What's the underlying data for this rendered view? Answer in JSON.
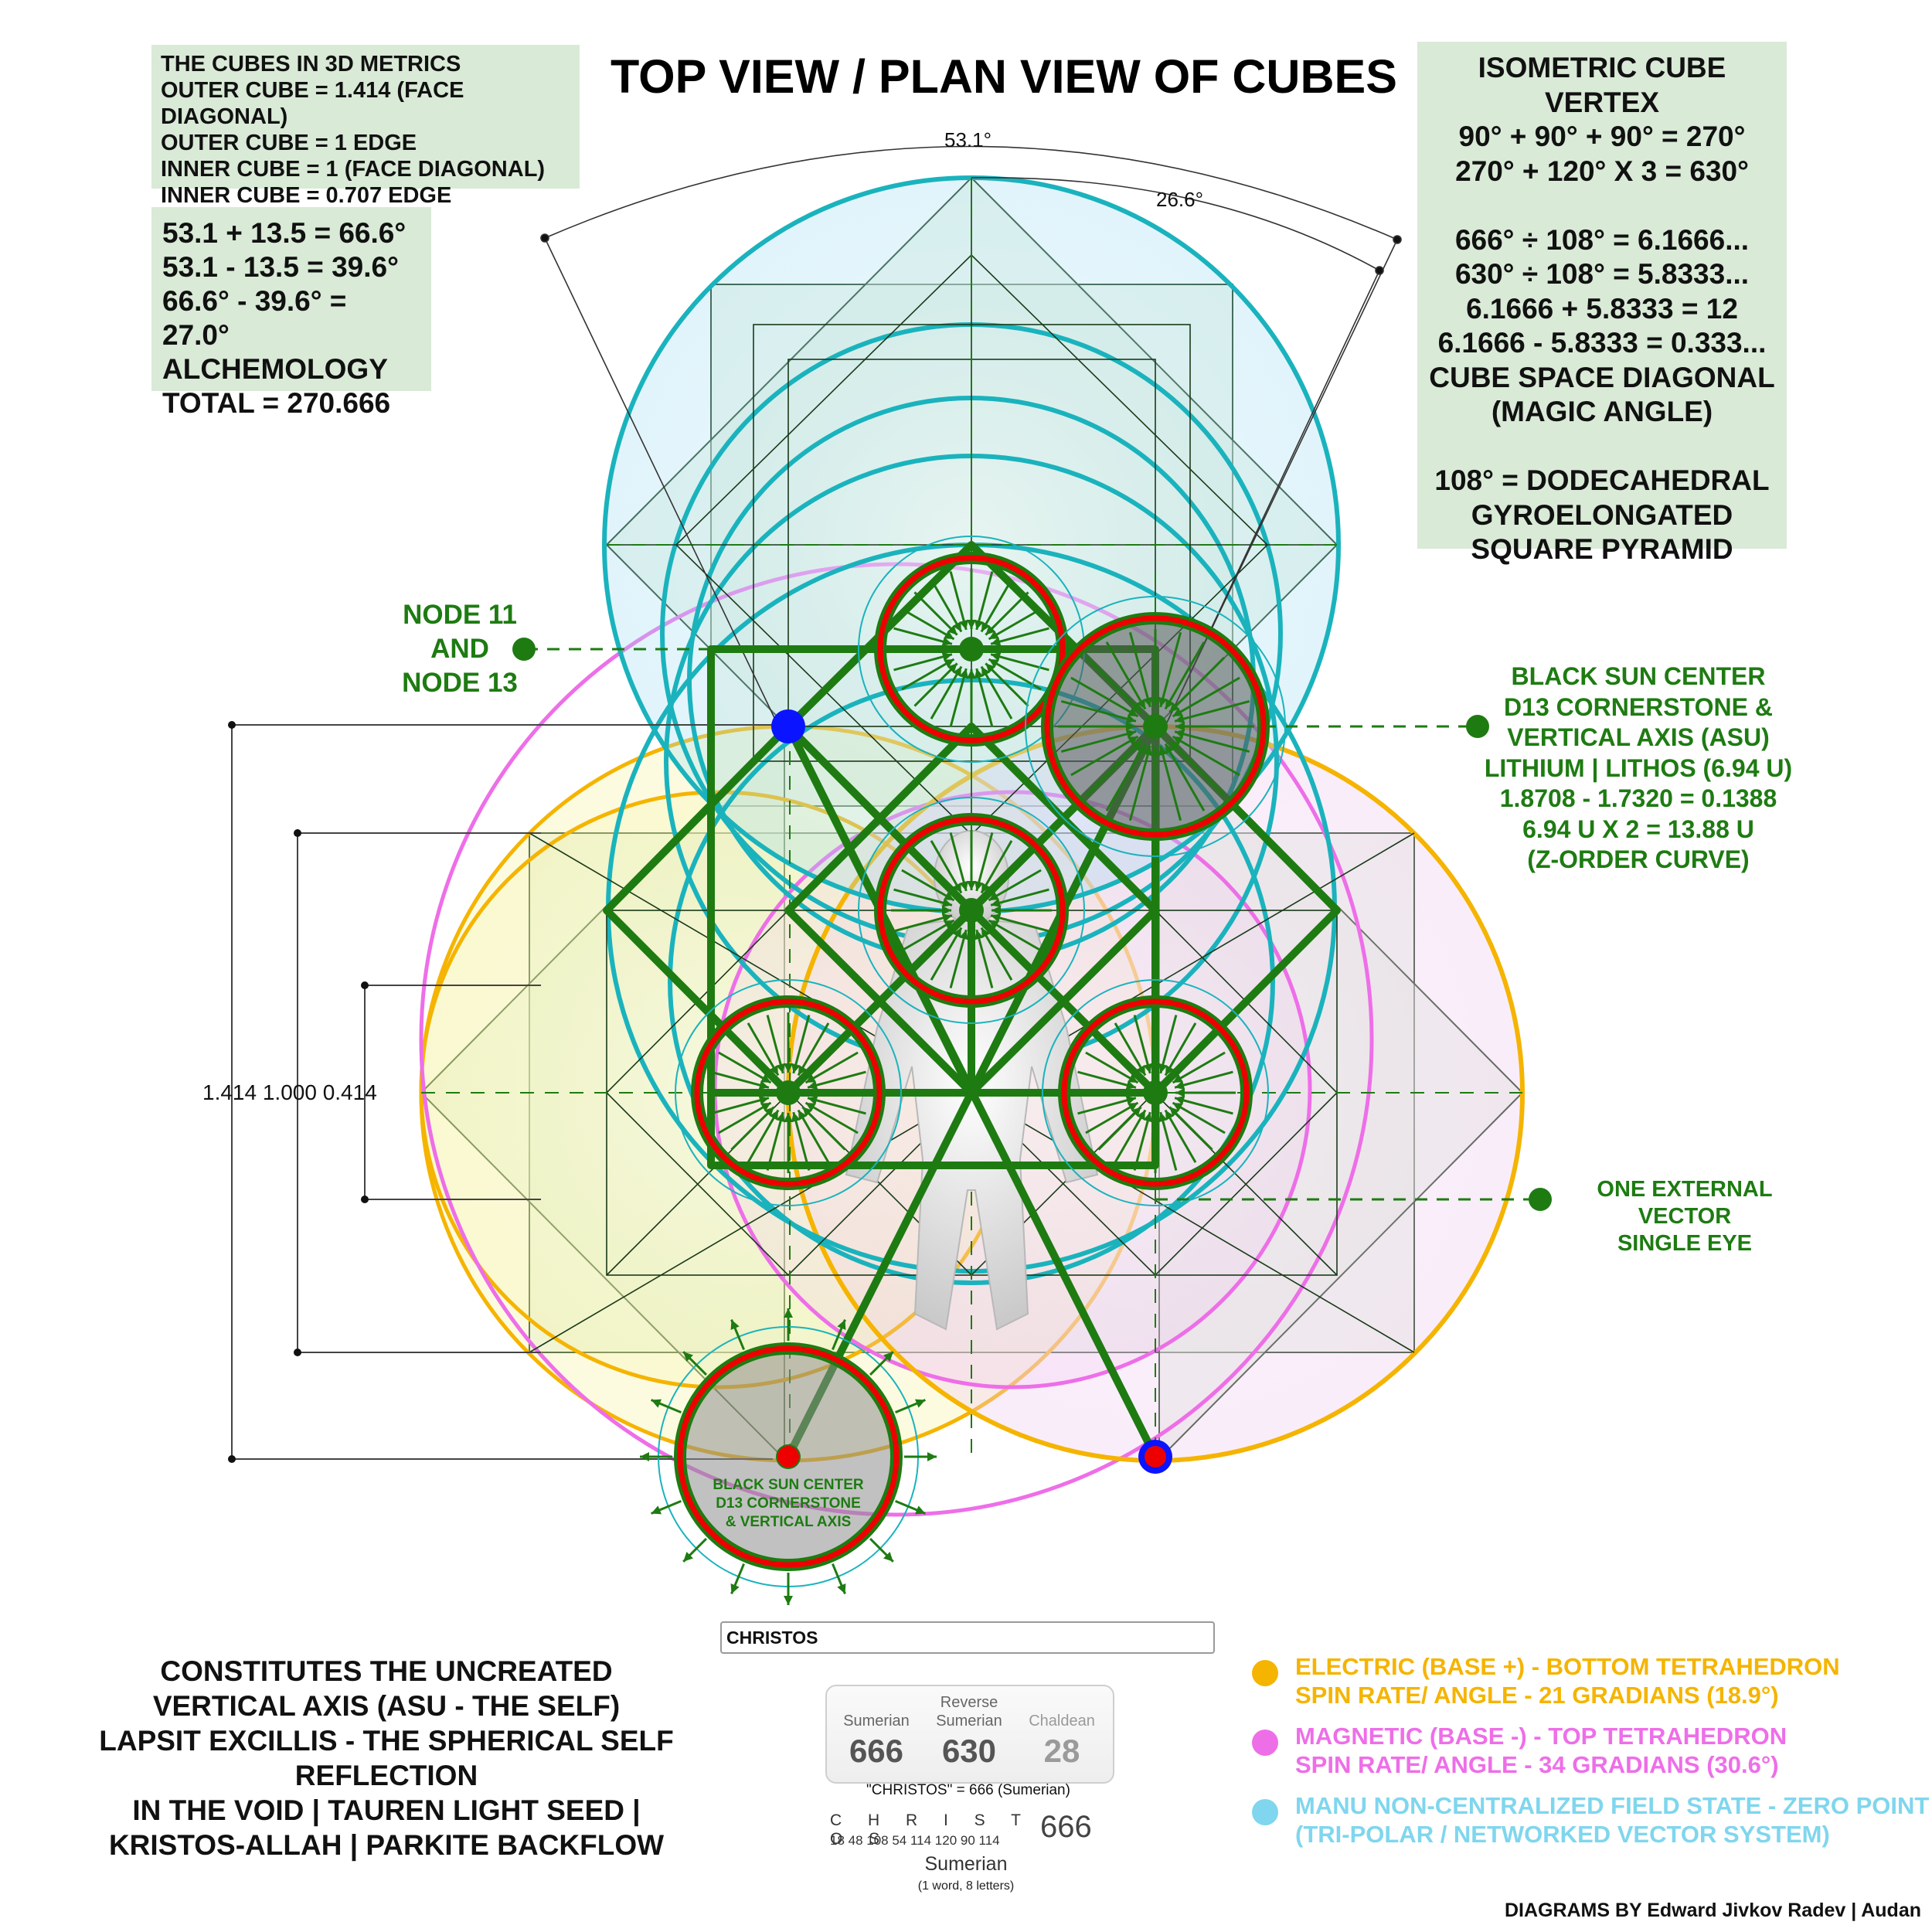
{
  "title": "TOP VIEW / PLAN VIEW OF CUBES",
  "metrics_box": [
    "THE CUBES IN 3D METRICS",
    "OUTER CUBE = 1.414 (FACE DIAGONAL)",
    "OUTER CUBE = 1 EDGE",
    "INNER CUBE = 1 (FACE DIAGONAL)",
    "INNER CUBE = 0.707 EDGE"
  ],
  "calc_box": [
    "53.1 + 13.5 = 66.6°",
    "53.1 - 13.5 = 39.6°",
    "66.6° - 39.6° = 27.0°",
    "ALCHEMOLOGY",
    "TOTAL = 270.666"
  ],
  "iso_box": [
    "ISOMETRIC CUBE VERTEX",
    "90° + 90° + 90° = 270°",
    "270° + 120° X 3 = 630°",
    "",
    "666° ÷ 108° = 6.1666...",
    "630° ÷ 108° = 5.8333...",
    "6.1666 + 5.8333 = 12",
    "6.1666 - 5.8333 = 0.333...",
    "CUBE SPACE DIAGONAL",
    "(MAGIC ANGLE)",
    "",
    "108° = DODECAHEDRAL",
    "GYROELONGATED",
    "SQUARE PYRAMID"
  ],
  "angles": {
    "large": "53.1°",
    "small": "26.6°"
  },
  "node_label": [
    "NODE 11",
    "AND",
    "NODE 13"
  ],
  "black_sun_label": [
    "BLACK SUN CENTER",
    "D13 CORNERSTONE &",
    "VERTICAL AXIS (ASU)",
    "LITHIUM | LITHOS (6.94 U)",
    "1.8708 - 1.7320 = 0.1388",
    "6.94 U X 2 = 13.88 U",
    "(Z-ORDER CURVE)"
  ],
  "eye_label": [
    "ONE EXTERNAL VECTOR",
    "SINGLE EYE"
  ],
  "dimensions": "1.414 1.000 0.414",
  "black_sun_inner": [
    "BLACK SUN CENTER",
    "D13 CORNERSTONE",
    "& VERTICAL AXIS"
  ],
  "search": {
    "value": "CHRISTOS"
  },
  "gematria": {
    "columns": [
      {
        "line1": "",
        "line2": "Sumerian",
        "value": "666"
      },
      {
        "line1": "Reverse",
        "line2": "Sumerian",
        "value": "630"
      },
      {
        "line1": "",
        "line2": "Chaldean",
        "value": "28"
      }
    ],
    "equation": "\"CHRISTOS\" = 666 (Sumerian)",
    "letters": "C H R I S T O S",
    "letter_values": "18 48 108 54 114 120 90 114",
    "total": "666",
    "system": "Sumerian",
    "word_count": "(1 word, 8 letters)"
  },
  "description": [
    "CONSTITUTES THE UNCREATED",
    "VERTICAL AXIS (ASU - THE SELF)",
    "LAPSIT EXCILLIS - THE SPHERICAL SELF REFLECTION",
    "IN THE VOID | TAUREN LIGHT SEED |",
    "KRISTOS-ALLAH | PARKITE BACKFLOW"
  ],
  "legend": [
    {
      "color": "#f5b400",
      "lines": [
        "ELECTRIC (BASE +) - BOTTOM TETRAHEDRON",
        "SPIN RATE/ ANGLE - 21 GRADIANS (18.9°)"
      ]
    },
    {
      "color": "#ee6ee8",
      "lines": [
        "MAGNETIC (BASE -) - TOP TETRAHEDRON",
        "SPIN RATE/ ANGLE - 34 GRADIANS (30.6°)"
      ]
    },
    {
      "color": "#7fd6ee",
      "lines": [
        "MANU NON-CENTRALIZED FIELD STATE - ZERO POINT",
        "(TRI-POLAR / NETWORKED VECTOR SYSTEM)"
      ]
    }
  ],
  "credit": "DIAGRAMS BY Edward Jivkov Radev | Audan",
  "colors": {
    "green": "#1e7b12",
    "red": "#ee0000",
    "cyan": "#1ab3bd",
    "magenta": "#ee6ee8",
    "yellow": "#f5b400",
    "blue": "#0a14ff",
    "box_bg": "#d9ead7"
  }
}
